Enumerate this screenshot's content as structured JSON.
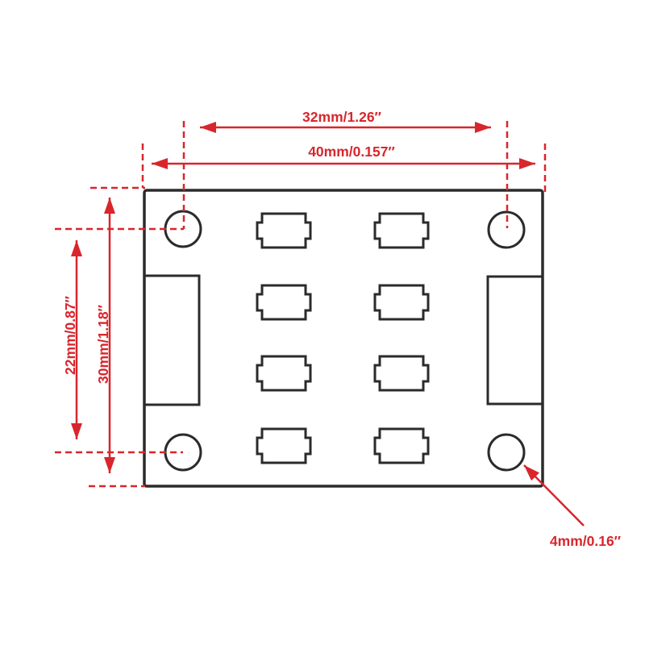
{
  "page": {
    "background": "#ffffff",
    "description_labels": {
      "hole_spacing_horizontal": "32mm/1.26″",
      "overall_width": "40mm/0.157″",
      "hole_spacing_vertical": "22mm/0.87″",
      "overall_height": "30mm/1.18″",
      "hole_diameter": "4mm/0.16″"
    }
  },
  "colors": {
    "dimension_red": "#d8262c",
    "outline_black": "#2b2b2b",
    "background": "#ffffff"
  },
  "features": {
    "mounting_hole_count": 4,
    "solder_pad_count": 8,
    "side_slot_count": 2,
    "pad_rows": 4,
    "pad_columns": 2
  }
}
